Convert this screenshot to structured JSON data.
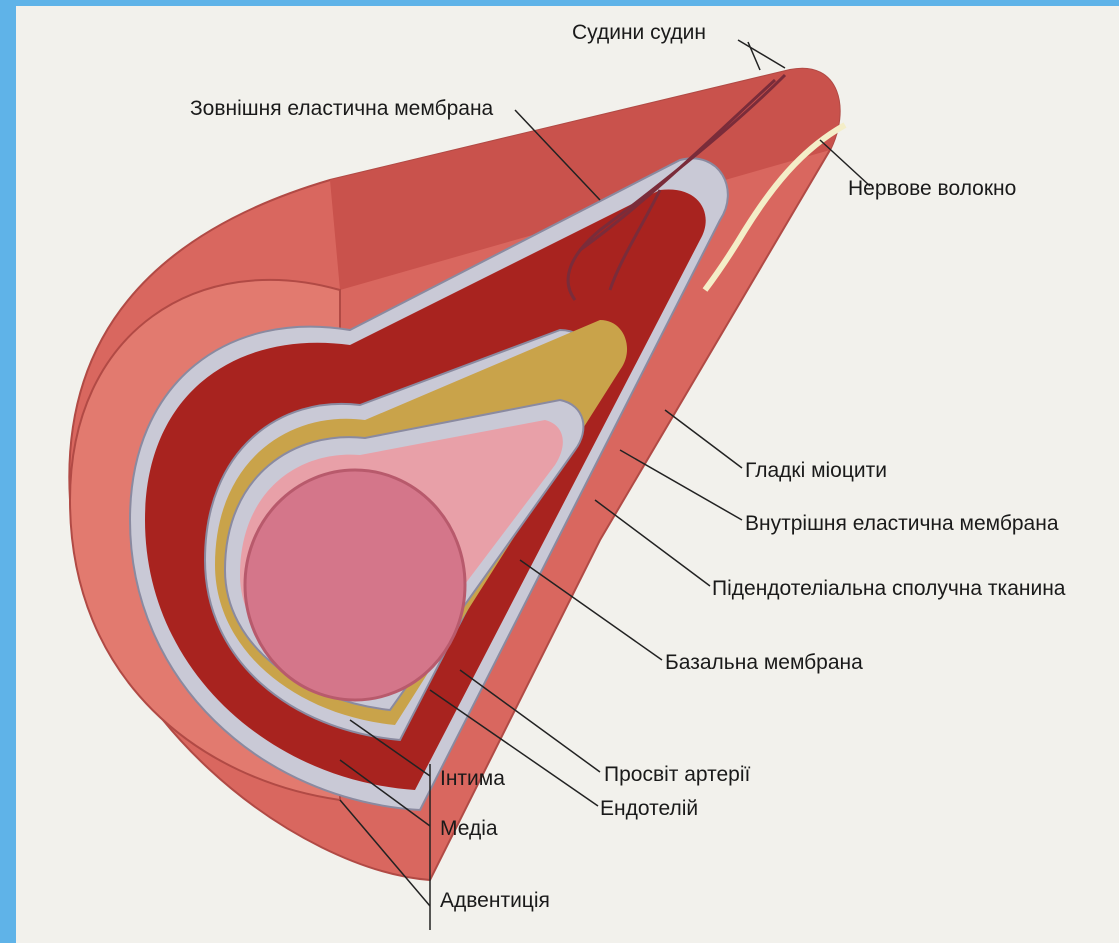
{
  "labels": {
    "vasa_vasorum": "Судини судин",
    "external_elastic_membrane": "Зовнішня еластична мембрана",
    "nerve_fiber": "Нервове волокно",
    "smooth_myocytes": "Гладкі міоцити",
    "internal_elastic_membrane": "Внутрішня еластична мембрана",
    "subendothelial_tissue": "Підендотеліальна сполучна тканина",
    "basal_membrane": "Базальна мембрана",
    "artery_lumen": "Просвіт артерії",
    "endothelium": "Ендотелій",
    "intima": "Інтима",
    "media": "Медіа",
    "adventitia": "Адвентиція"
  },
  "colors": {
    "frame": "#5fb3e8",
    "page": "#f2f1ec",
    "adventitia": "#d9675f",
    "media": "#a8231f",
    "elastic_membrane": "#c9c9d6",
    "subendothelial": "#c9a34a",
    "endothelium": "#e8a0a8",
    "lumen": "#d4768a",
    "nerve": "#f4eec8",
    "vessel": "#7a2c3a"
  }
}
